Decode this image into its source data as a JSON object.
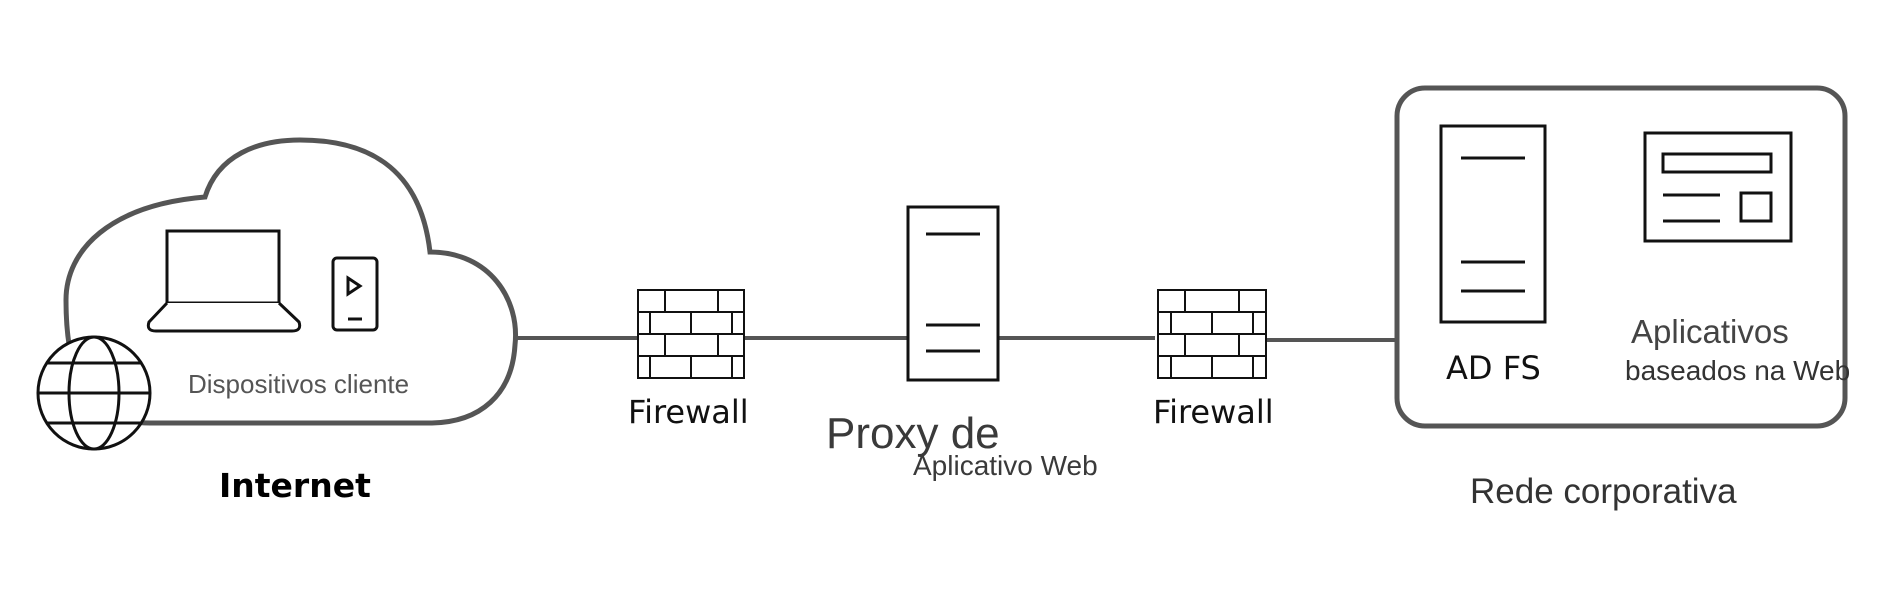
{
  "colors": {
    "stroke": "#555555",
    "stroke_dark": "#111111",
    "background": "#ffffff"
  },
  "internet": {
    "label": "Internet",
    "devices_label": "Dispositivos cliente"
  },
  "firewall_left": {
    "label": "Firewall"
  },
  "proxy": {
    "label_line1": "Proxy de",
    "label_line2": "Aplicativo Web"
  },
  "firewall_right": {
    "label": "Firewall"
  },
  "corporate": {
    "label": "Rede corporativa",
    "adfs_label": "AD FS",
    "apps_label_line1": "Aplicativos",
    "apps_label_line2": "baseados na Web"
  },
  "icons": [
    "cloud-icon",
    "globe-icon",
    "laptop-icon",
    "phone-icon",
    "firewall-icon",
    "server-icon",
    "web-app-icon"
  ]
}
